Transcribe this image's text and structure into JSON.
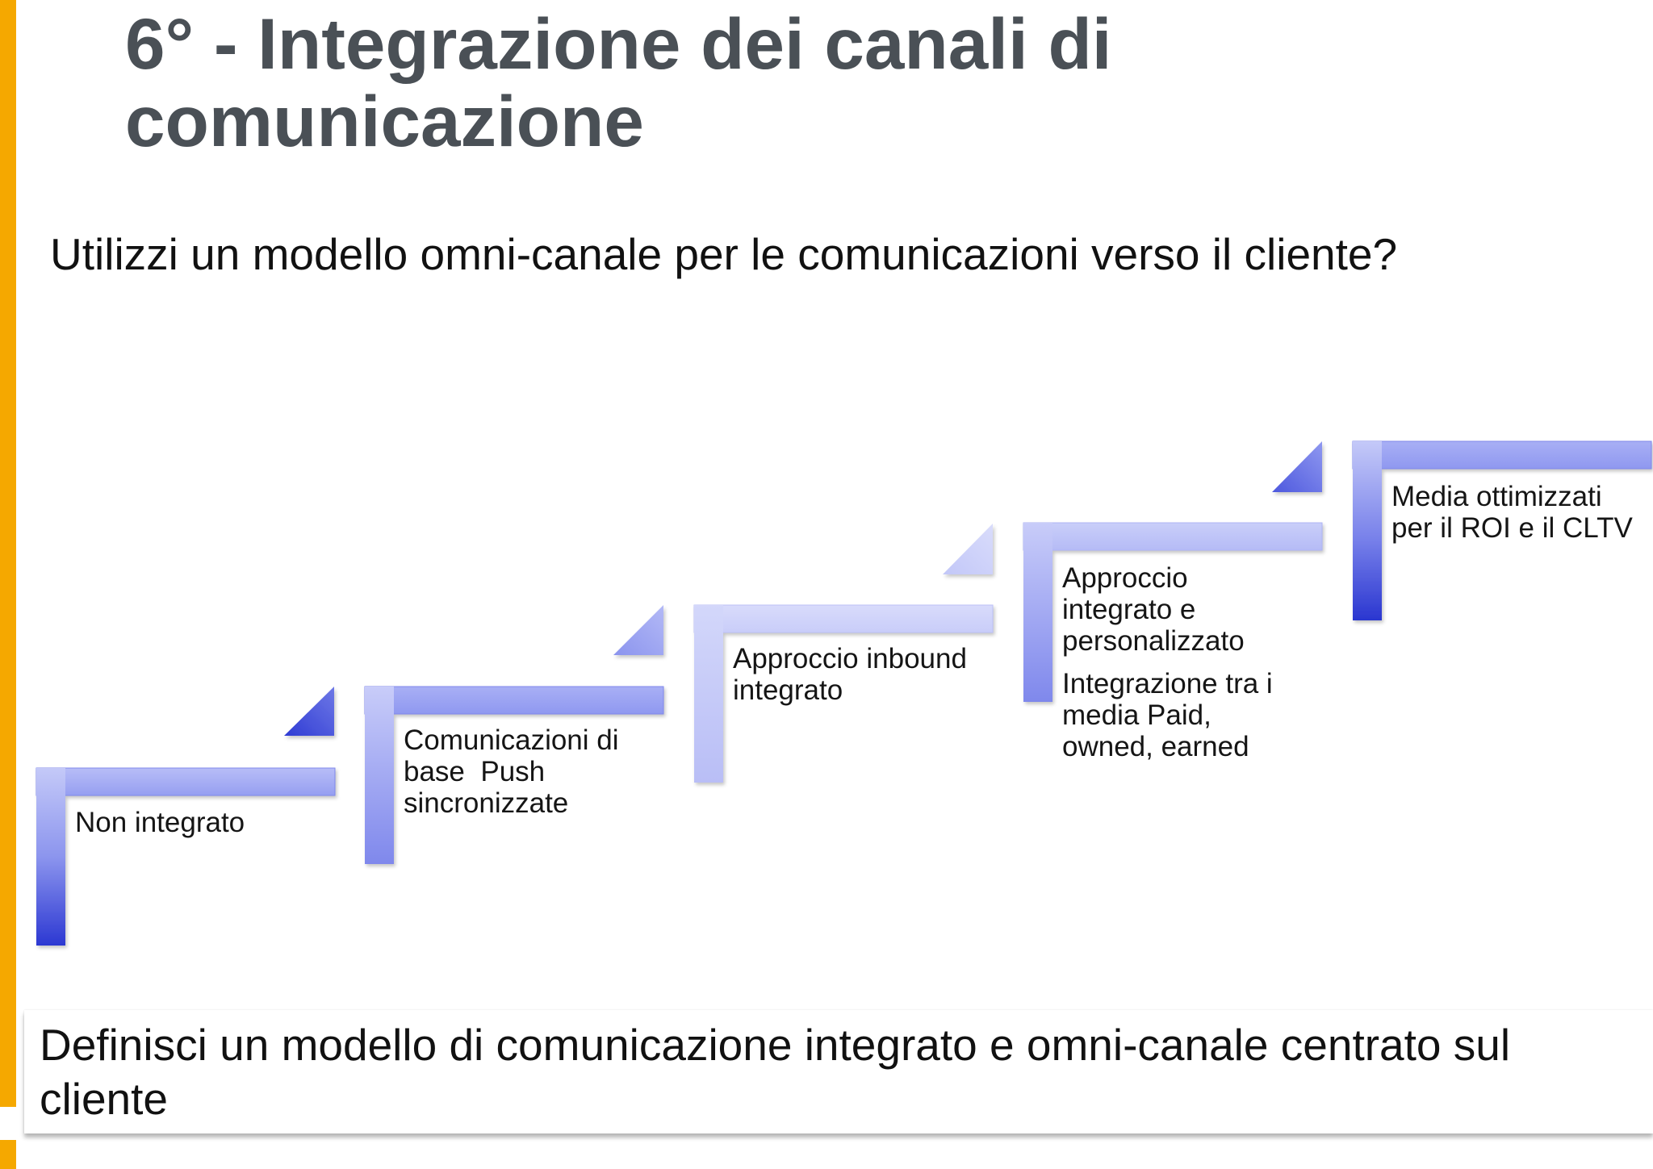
{
  "slide": {
    "title": "6° - Integrazione dei canali di comunicazione",
    "question": "Utilizzi un modello omni-canale per le comunicazioni verso il cliente?",
    "footer": "Definisci un modello di comunicazione integrato e omni-canale centrato sul cliente"
  },
  "steps": [
    {
      "lines": [
        "Non integrato"
      ]
    },
    {
      "lines": [
        "Comunicazioni di",
        "base  Push",
        "sincronizzate"
      ]
    },
    {
      "lines": [
        "Approccio inbound",
        "integrato"
      ]
    },
    {
      "lines": [
        "Approccio",
        "integrato e",
        "personalizzato"
      ],
      "lines2": [
        "Integrazione tra i",
        "media Paid,",
        "owned, earned"
      ]
    },
    {
      "lines": [
        "Media ottimizzati",
        "per il ROI e il CLTV"
      ]
    }
  ],
  "colors": {
    "accent": "#F5A800",
    "title": "#4A5056",
    "step_dark": "#3441D8",
    "step_mid": "#9EA7F5",
    "step_light": "#D0D4FA"
  }
}
